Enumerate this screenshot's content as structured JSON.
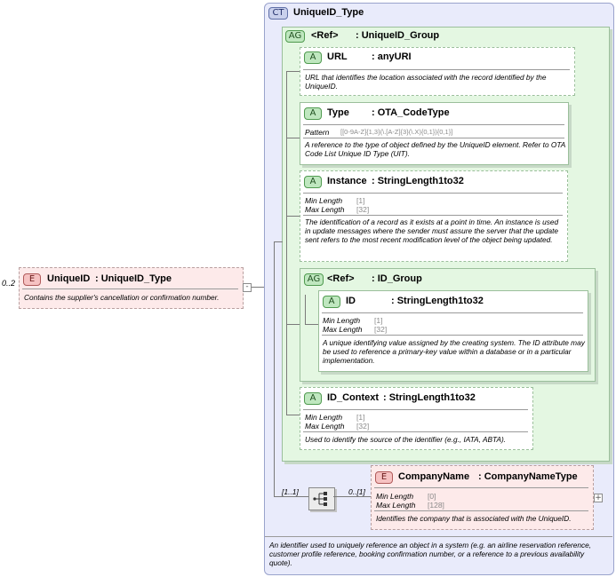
{
  "complex_type": {
    "badge": "CT",
    "name": "UniqueID_Type",
    "documentation": "An identifier used to uniquely reference an object in a system (e.g. an airline reservation reference, customer profile reference, booking confirmation number, or a reference to a previous availability quote)."
  },
  "attr_group": {
    "badge": "AG",
    "ref": "<Ref>",
    "type": ": UniqueID_Group"
  },
  "url": {
    "badge": "A",
    "name": "URL",
    "type": ": anyURI",
    "doc": "URL that identifies the location associated with the record identified by the UniqueID."
  },
  "type_attr": {
    "badge": "A",
    "name": "Type",
    "type": ": OTA_CodeType",
    "pattern_label": "Pattern",
    "pattern_value": "[[0-9A-Z]{1,3}(\\.[A-Z]{3}(\\.X){0,1}){0,1}]",
    "doc": "A reference to the type of object defined by the UniqueID element. Refer to OTA Code List Unique ID Type (UIT)."
  },
  "instance": {
    "badge": "A",
    "name": "Instance",
    "type": ": StringLength1to32",
    "min_label": "Min Length",
    "min_value": "[1]",
    "max_label": "Max Length",
    "max_value": "[32]",
    "doc": "The identification of a record as it exists at a point in time. An instance is used in update messages where the sender must assure the server that the update sent refers to the most recent modification level of the object being updated."
  },
  "id_group": {
    "badge": "AG",
    "ref": "<Ref>",
    "type": ": ID_Group"
  },
  "id_attr": {
    "badge": "A",
    "name": "ID",
    "type": ": StringLength1to32",
    "min_label": "Min Length",
    "min_value": "[1]",
    "max_label": "Max Length",
    "max_value": "[32]",
    "doc": "A unique identifying value assigned by the creating system.  The ID attribute may be used to reference a primary-key value within a database or in a particular implementation."
  },
  "id_context": {
    "badge": "A",
    "name": "ID_Context",
    "type": ": StringLength1to32",
    "min_label": "Min Length",
    "min_value": "[1]",
    "max_label": "Max Length",
    "max_value": "[32]",
    "doc": "Used to identify the source of the identifier (e.g., IATA, ABTA)."
  },
  "sequence": {
    "cardinality": "[1..1]"
  },
  "company_name": {
    "badge": "E",
    "cardinality": "0..[1]",
    "name": "CompanyName",
    "type": ": CompanyNameType",
    "min_label": "Min Length",
    "min_value": "[0]",
    "max_label": "Max Length",
    "max_value": "[128]",
    "doc": "Identifies the company that is associated with the UniqueID."
  },
  "unique_id": {
    "badge": "E",
    "cardinality": "0..2",
    "name": "UniqueID",
    "type": ": UniqueID_Type",
    "doc": "Contains the supplier's cancellation or confirmation number."
  },
  "colors": {
    "ct_bg": "#e9ebfb",
    "ag_bg": "#e4f7e2",
    "element_bg": "#fdeaea",
    "connector": "#7a7a7a"
  }
}
